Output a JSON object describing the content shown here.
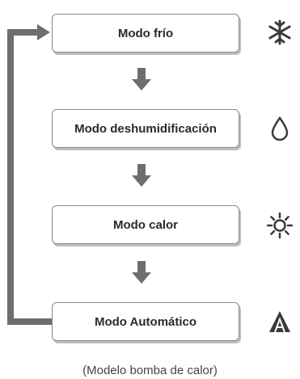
{
  "modes": [
    {
      "label": "Modo frío",
      "icon": "snowflake-icon"
    },
    {
      "label": "Modo deshumidificación",
      "icon": "water-drop-icon"
    },
    {
      "label": "Modo calor",
      "icon": "sun-icon"
    },
    {
      "label": "Modo Automático",
      "icon": "auto-mode-icon"
    }
  ],
  "caption": "(Modelo bomba de calor)",
  "colors": {
    "arrow": "#6e6e6e",
    "box_border": "#8a8a8a",
    "shadow": "#bdbdbd",
    "icon": "#3a3a3a"
  }
}
